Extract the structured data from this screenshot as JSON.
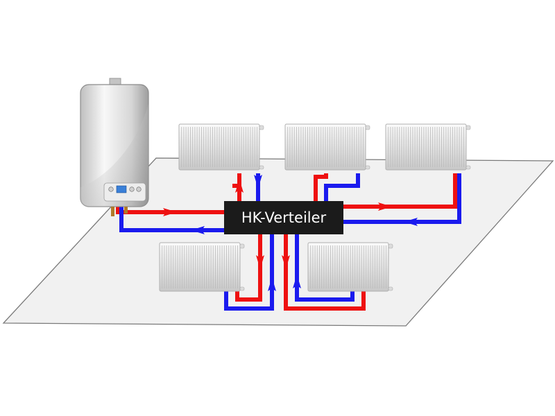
{
  "distributor": {
    "label": "HK-Verteiler"
  },
  "colors": {
    "supply": "#ee1111",
    "return": "#1a1aee",
    "floor": "#f1f1f1",
    "floor_stroke": "#7a7a7a",
    "distributor_box": "#1b1b1b",
    "distributor_text": "#ffffff"
  },
  "components": {
    "boiler": "wall-mounted-boiler",
    "radiators": [
      "radiator-top-left",
      "radiator-top-middle",
      "radiator-top-right",
      "radiator-bottom-left",
      "radiator-bottom-right"
    ]
  }
}
